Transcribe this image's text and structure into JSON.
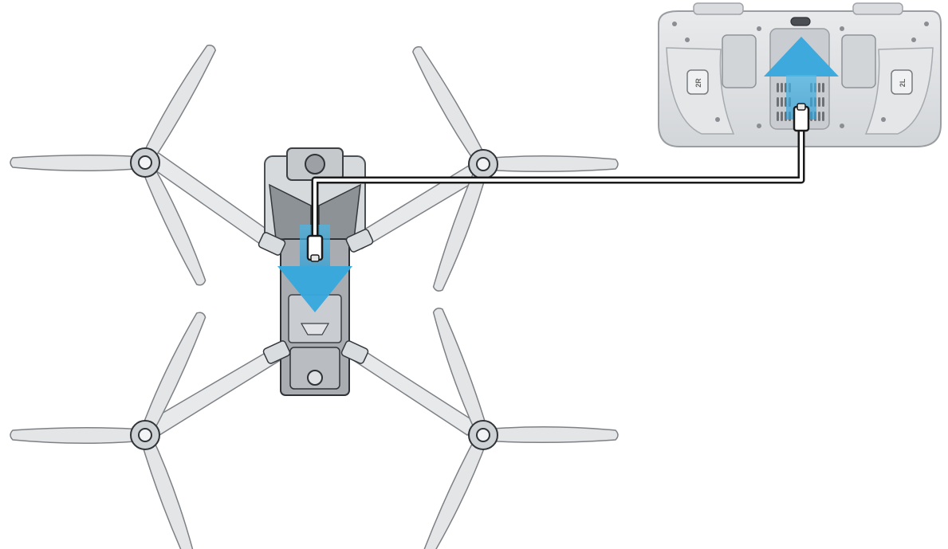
{
  "diagram": {
    "colors": {
      "background": "#ffffff",
      "propeller": "#e3e5e7",
      "propeller_outline": "#7d8185",
      "frame": "#6e7377",
      "frame_dark": "#2f3337",
      "controller_body": "#dcdee1",
      "controller_outline": "#9a9ea2",
      "cable": "#1a1a1a",
      "arrow": "#39ace0"
    },
    "controller": {
      "left_button": "2R",
      "right_button": "2L"
    },
    "arrows": [
      {
        "direction": "down",
        "target": "drone-usb-port"
      },
      {
        "direction": "up",
        "target": "controller-usb-port"
      }
    ],
    "icons": [
      "drone-illustration",
      "remote-controller-illustration",
      "usb-cable",
      "usb-c-plug-icon",
      "arrow-down-icon",
      "arrow-up-icon"
    ]
  }
}
